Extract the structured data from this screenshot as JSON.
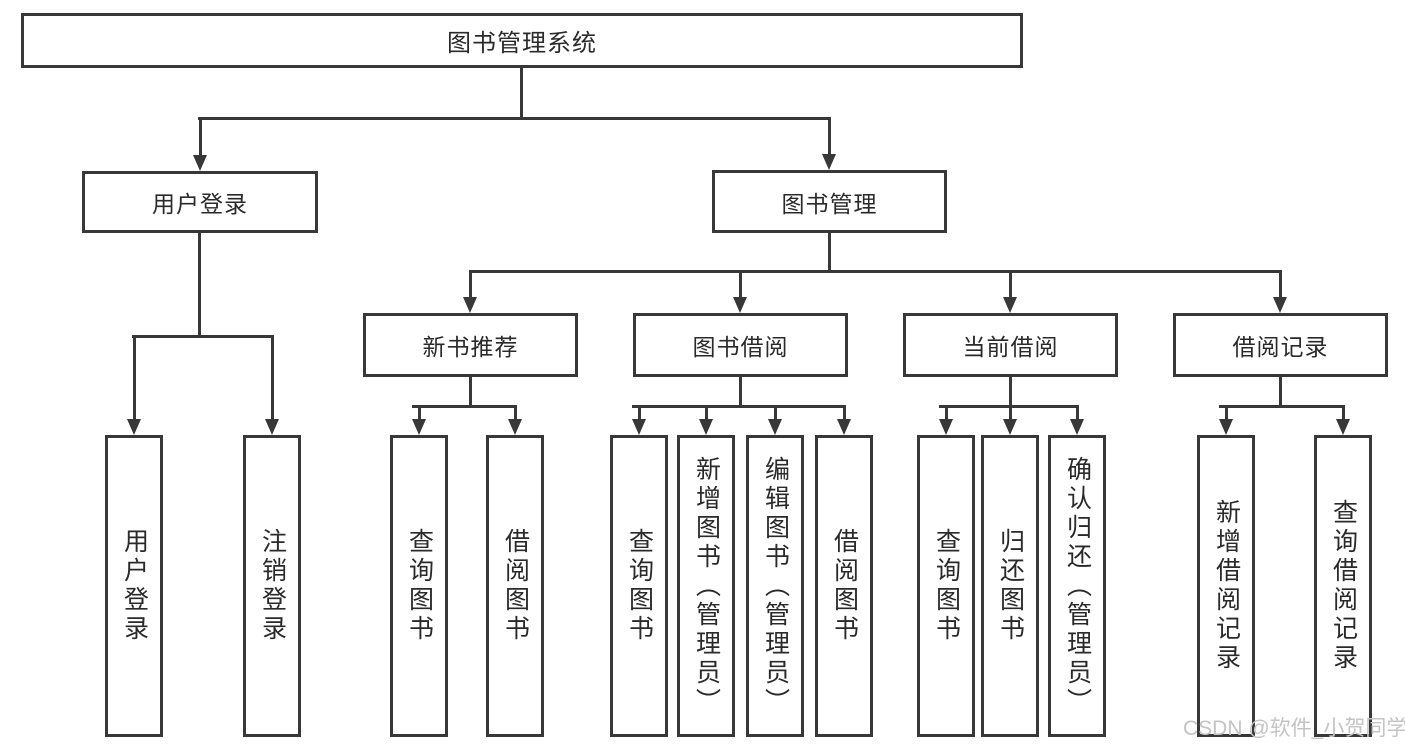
{
  "colors": {
    "line": "#383838",
    "text": "#2a2a2a",
    "watermark": "#c4c4c4",
    "background": "#ffffff"
  },
  "watermark": "CSDN @软件_小贺同学",
  "nodes": {
    "root": "图书管理系统",
    "user_login": "用户登录",
    "book_management": "图书管理",
    "new_book_recommend": "新书推荐",
    "book_borrowing": "图书借阅",
    "current_borrowing": "当前借阅",
    "borrowing_records": "借阅记录"
  },
  "leaves": {
    "user_login": [
      "用户登录",
      "注销登录"
    ],
    "new_book_recommend": [
      "查询图书",
      "借阅图书"
    ],
    "book_borrowing": [
      "查询图书",
      "新增图书（管理员）",
      "编辑图书（管理员）",
      "借阅图书"
    ],
    "current_borrowing": [
      "查询图书",
      "归还图书",
      "确认归还（管理员）"
    ],
    "borrowing_records": [
      "新增借阅记录",
      "查询借阅记录"
    ]
  }
}
